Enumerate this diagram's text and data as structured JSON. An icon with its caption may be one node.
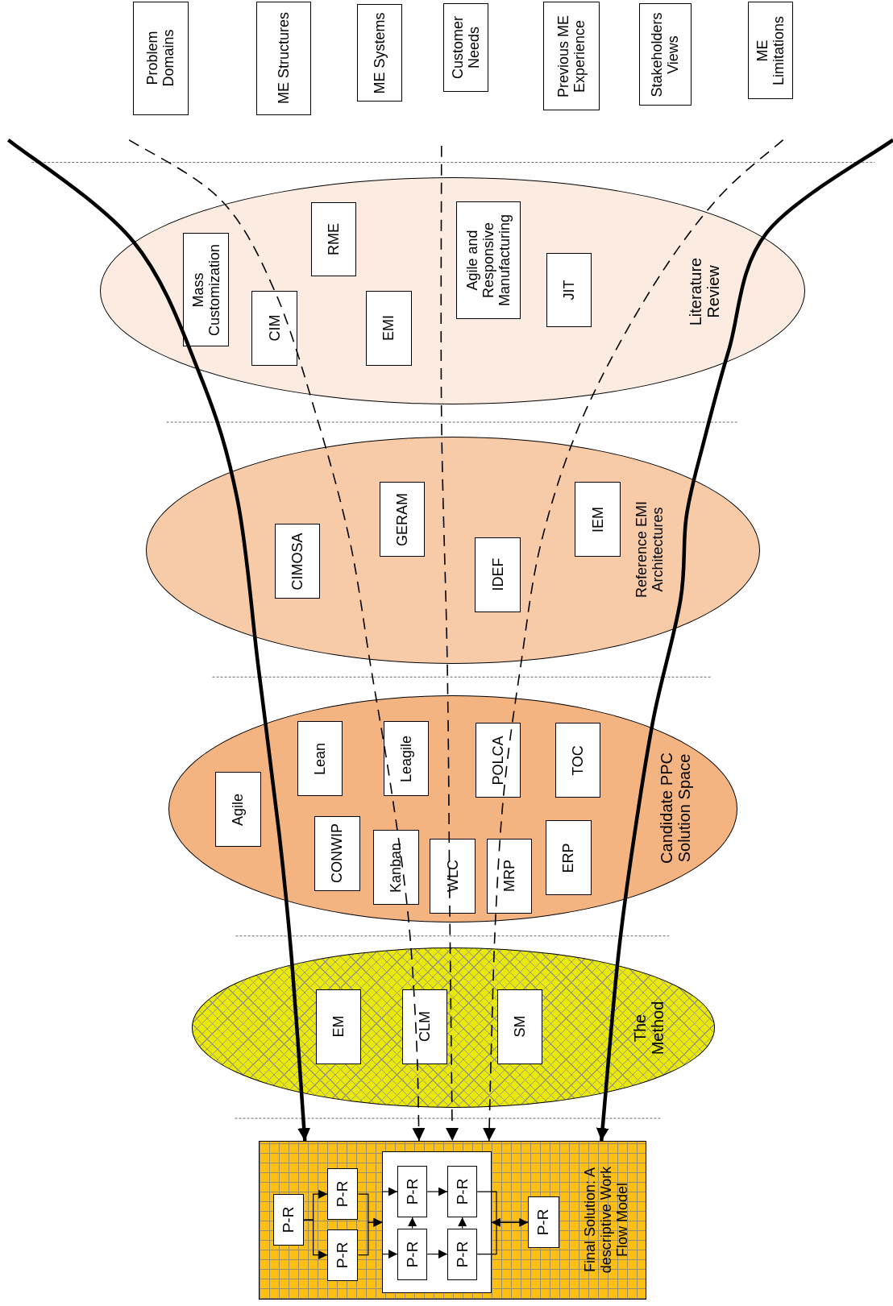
{
  "diagram": {
    "nodes": [
      {
        "text": [
          "Problem Domains"
        ]
      },
      {
        "text": [
          "ME Structures"
        ]
      },
      {
        "text": [
          "ME Systems"
        ]
      },
      {
        "text": [
          "Customer Needs"
        ]
      },
      {
        "text": [
          "Previous ME Experience"
        ]
      },
      {
        "text": [
          "Stakeholders Views"
        ]
      },
      {
        "text": [
          "ME Limitations"
        ]
      },
      {
        "text": [
          "Literature Review"
        ]
      },
      {
        "text": [
          "Mass Customization"
        ],
        "in": 7
      },
      {
        "text": [
          "CIM"
        ],
        "in": 7
      },
      {
        "text": [
          "RME"
        ],
        "in": 7
      },
      {
        "text": [
          "EMI"
        ],
        "in": 7
      },
      {
        "text": [
          "Agile and Responsive Manufacturing"
        ],
        "in": 7
      },
      {
        "text": [
          "JIT"
        ],
        "in": 7
      },
      {
        "text": [
          "Reference EMI Architectures"
        ]
      },
      {
        "text": [
          "CIMOSA"
        ],
        "in": 14
      },
      {
        "text": [
          "GERAM"
        ],
        "in": 14
      },
      {
        "text": [
          "IDEF"
        ],
        "in": 14
      },
      {
        "text": [
          "IEM"
        ],
        "in": 14
      },
      {
        "text": [
          "Candidate PPC Solution Space"
        ]
      },
      {
        "text": [
          "Agile"
        ],
        "in": 19
      },
      {
        "text": [
          "Lean"
        ],
        "in": 19
      },
      {
        "text": [
          "Leagile"
        ],
        "in": 19
      },
      {
        "text": [
          "POLCA"
        ],
        "in": 19
      },
      {
        "text": [
          "TOC"
        ],
        "in": 19
      },
      {
        "text": [
          "CONWIP"
        ],
        "in": 19
      },
      {
        "text": [
          "Kanban"
        ],
        "in": 19
      },
      {
        "text": [
          "WLC"
        ],
        "in": 19
      },
      {
        "text": [
          "MRP"
        ],
        "in": 19
      },
      {
        "text": [
          "ERP"
        ],
        "in": 19
      },
      {
        "text": [
          "The Method"
        ]
      },
      {
        "text": [
          "EM"
        ],
        "in": 30
      },
      {
        "text": [
          "CLM"
        ],
        "in": 30
      },
      {
        "text": [
          "SM"
        ],
        "in": 30
      },
      {
        "text": [
          "Final Solution: A descriptive Work Flow Model"
        ]
      },
      {
        "text": [
          "P-R"
        ],
        "in": 34
      },
      {
        "text": [
          "P-R"
        ],
        "in": 34
      },
      {
        "text": [
          "P-R"
        ],
        "in": 34
      },
      {
        "text": [],
        "shape": "box",
        "in": 34
      },
      {
        "text": [
          "P-R"
        ],
        "in": 38
      },
      {
        "text": [
          "P-R"
        ],
        "in": 38
      },
      {
        "text": [
          "P-R"
        ],
        "in": 38
      },
      {
        "text": [
          "P-R"
        ],
        "in": 38
      },
      {
        "text": [
          "P-R"
        ],
        "in": 34
      }
    ],
    "edges": [
      {
        "from": null,
        "to": 34,
        "arrow": "to",
        "style": "thick"
      },
      {
        "from": null,
        "to": 34,
        "arrow": "to",
        "style": "dashed"
      },
      {
        "from": null,
        "to": 34,
        "arrow": "to",
        "style": "dashed"
      },
      {
        "from": null,
        "to": 34,
        "arrow": "to",
        "style": "dashed"
      },
      {
        "from": null,
        "to": 34,
        "arrow": "to",
        "style": "thick"
      },
      {
        "from": 35,
        "to": 36,
        "arrow": "to"
      },
      {
        "from": 35,
        "to": 37,
        "arrow": "to"
      },
      {
        "from": 36,
        "to": 38,
        "arrow": "to"
      },
      {
        "from": 37,
        "to": 38,
        "arrow": "to"
      },
      {
        "from": null,
        "to": 39,
        "arrow": "to"
      },
      {
        "from": null,
        "to": 41,
        "arrow": "to"
      },
      {
        "from": 39,
        "to": 40,
        "arrow": "to"
      },
      {
        "from": 41,
        "to": 42,
        "arrow": "to"
      },
      {
        "from": 41,
        "to": 39,
        "arrow": "to"
      },
      {
        "from": 42,
        "to": 40,
        "arrow": "to"
      },
      {
        "from": 40,
        "to": 43,
        "arrow": "none"
      },
      {
        "from": 42,
        "to": 43,
        "arrow": "none"
      },
      {
        "from": 38,
        "to": 43,
        "arrow": "both"
      }
    ]
  }
}
